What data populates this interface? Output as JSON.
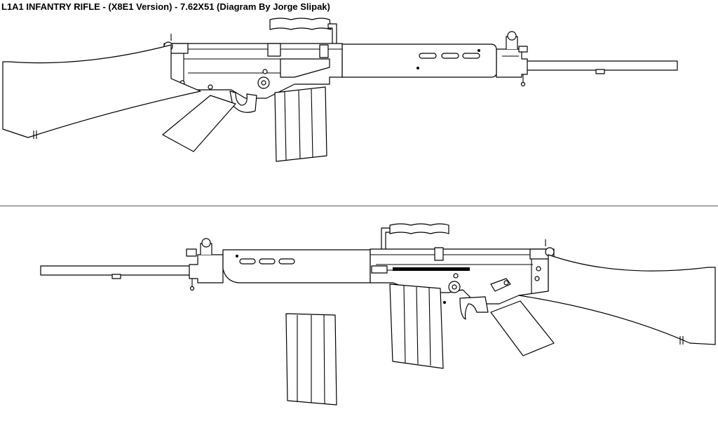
{
  "diagram": {
    "title": "L1A1 INFANTRY RIFLE - (X8E1 Version) - 7.62X51  (Diagram By Jorge Slipak)",
    "views": [
      {
        "orientation": "left-side",
        "parts": [
          "stock",
          "pistol-grip",
          "trigger-guard",
          "receiver",
          "rear-sight",
          "carry-handle",
          "magazine",
          "handguard",
          "front-sight",
          "barrel"
        ]
      },
      {
        "orientation": "right-side",
        "parts": [
          "barrel",
          "front-sight",
          "handguard",
          "carry-handle",
          "receiver",
          "magazine",
          "trigger-guard",
          "pistol-grip",
          "stock",
          "detached-magazine"
        ]
      }
    ],
    "colors": {
      "line": "#000000",
      "fill": "#ffffff",
      "divider": "#5a5a5a"
    }
  }
}
